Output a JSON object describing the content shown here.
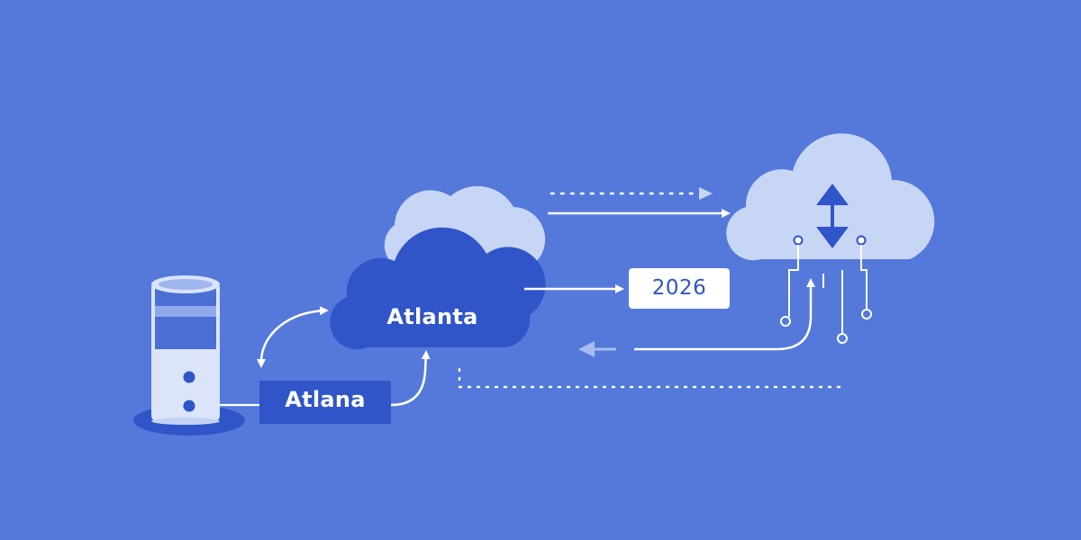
{
  "diagram": {
    "cloud_label": "Atlanta",
    "tag_label": "Atlana",
    "year_label": "2026"
  },
  "colors": {
    "background": "#5479db",
    "dark_blue": "#2f55c8",
    "light_cloud": "#c8d6f5",
    "server_body": "#dbe4f8",
    "arrow": "#ffffff"
  },
  "icons": {
    "server": "database-server-icon",
    "cloud_main": "cloud-icon",
    "cloud_back": "cloud-icon",
    "cloud_right": "cloud-sync-icon",
    "sync_arrows": "up-down-arrows-icon"
  }
}
